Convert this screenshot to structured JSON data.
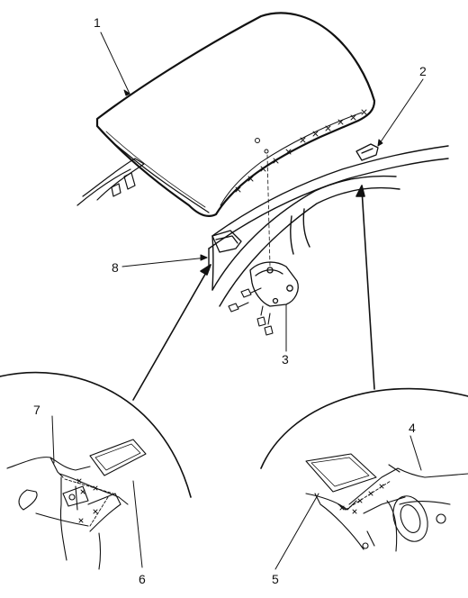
{
  "callouts": {
    "c1": "1",
    "c2": "2",
    "c3": "3",
    "c4": "4",
    "c5": "5",
    "c6": "6",
    "c7": "7",
    "c8": "8"
  },
  "colors": {
    "ink": "#111111",
    "paper": "#ffffff"
  }
}
